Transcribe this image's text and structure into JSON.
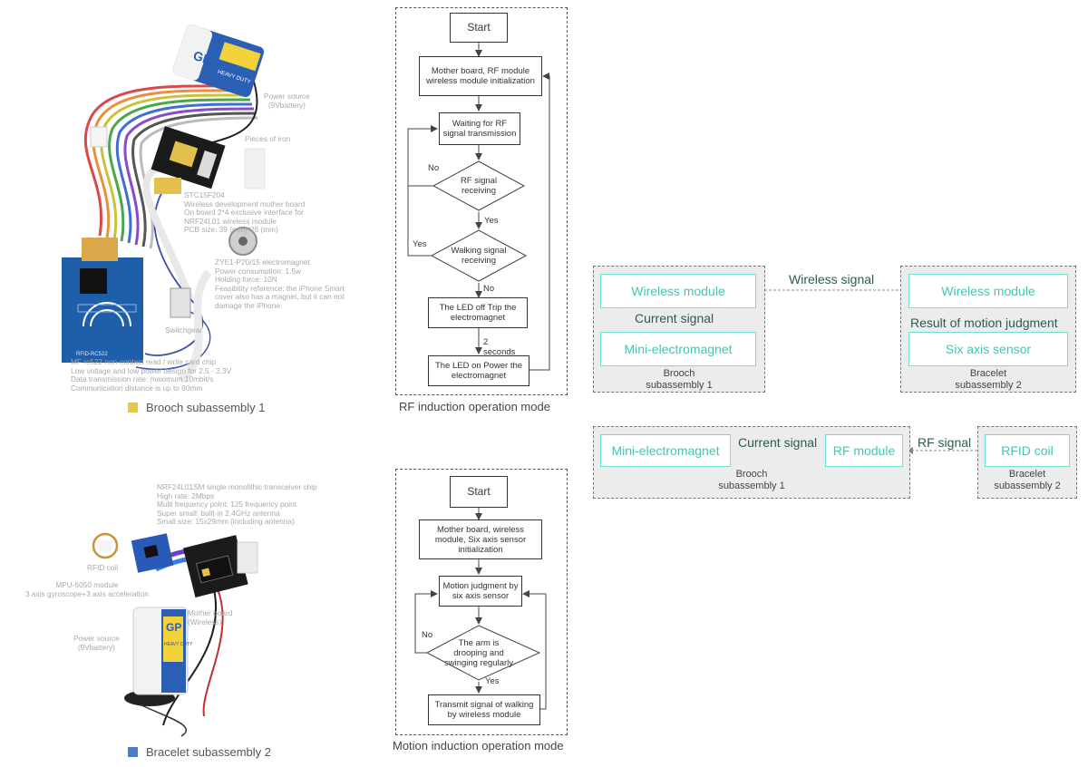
{
  "photos": {
    "brooch": {
      "power_source": [
        "Power source",
        "(9Vbattery)"
      ],
      "battery_brand": "GP",
      "battery_label": "HEAVY DUTY",
      "iron": "Pieces of iron",
      "mother_board": [
        "STC15F204",
        "Wireless development mother board",
        "On board 2*4 exclusive interface for",
        "NRF24L01 wireless module",
        "PCB size: 39 (mm)*26 (mm)"
      ],
      "electromagnet": [
        "ZYE1-P20/15 electromagnet",
        "Power consumption: 1.5w",
        "Holding force: 10N",
        "Feasibility reference: the iPhone Smart",
        "cover also has a magnet, but it can not",
        "damage the iPhone."
      ],
      "switchgear": "Switchgear",
      "rfid_board_label": "RFID-RC522",
      "rfid_reader": [
        "MF rc522 non-contact read / write card chip",
        "Low voltage and low power design for 2.5 - 3.3V",
        "Data transmission rate: maximum 10mbit/s",
        "Communication distance is up to 60mm"
      ],
      "caption": "Brooch subassembly 1",
      "swatch_color": "#e6c94a"
    },
    "bracelet": {
      "transceiver": [
        "NRF24L01SM single monolithic transceiver chip",
        "High rate: 2Mbps",
        "Multi frequency point: 125 frequency point",
        "Super small: built-in 2.4GHz antenna",
        "Small size: 15x29mm (including antenna)"
      ],
      "rfid_coil": "RFID coil",
      "mpu": [
        "MPU-6050 module",
        "3 axis gyroscope+3 axis acceleration"
      ],
      "mother_board": [
        "Mother board",
        "(Wireless)"
      ],
      "power_source": [
        "Power source",
        "(9Vbattery)"
      ],
      "battery_brand": "GP",
      "battery_label": "HEAVY DUTY",
      "caption": "Bracelet subassembly 2",
      "swatch_color": "#4a7fd0"
    }
  },
  "flowchart_rf": {
    "caption": "RF induction operation mode",
    "start": "Start",
    "init": "Mother board, RF module wireless module initialization",
    "waiting": "Waiting for RF signal transmission",
    "rf_receiving": "RF signal receiving",
    "walking_receiving": "Walking signal receiving",
    "led_off": "The LED off Trip the electromagnet",
    "led_on": "The LED on Power the electromagnet",
    "no_1": "No",
    "yes_1": "Yes",
    "yes_2": "Yes",
    "no_2": "No",
    "delay": "2 seconds"
  },
  "flowchart_motion": {
    "caption": "Motion induction operation mode",
    "start": "Start",
    "init": "Mother board, wireless module, Six axis sensor initialization",
    "judgment": "Motion judgment by six axis sensor",
    "decision": "The arm is drooping and swinging regularly",
    "transmit": "Transmit signal of walking by wireless module",
    "no": "No",
    "yes": "Yes"
  },
  "block_top": {
    "brooch": {
      "wireless": "Wireless module",
      "current_signal": "Current signal",
      "electromagnet": "Mini-electromagnet",
      "label": [
        "Brooch",
        "subassembly 1"
      ]
    },
    "link": "Wireless signal",
    "bracelet": {
      "wireless": "Wireless module",
      "result": "Result of motion judgment",
      "sensor": "Six axis sensor",
      "label": [
        "Bracelet",
        "subassembly 2"
      ]
    }
  },
  "block_bottom": {
    "brooch": {
      "electromagnet": "Mini-electromagnet",
      "current_signal": "Current signal",
      "rf_module": "RF module",
      "label": [
        "Brooch",
        "subassembly 1"
      ]
    },
    "link": "RF signal",
    "bracelet": {
      "coil": "RFID coil",
      "label": [
        "Bracelet",
        "subassembly 2"
      ]
    }
  }
}
